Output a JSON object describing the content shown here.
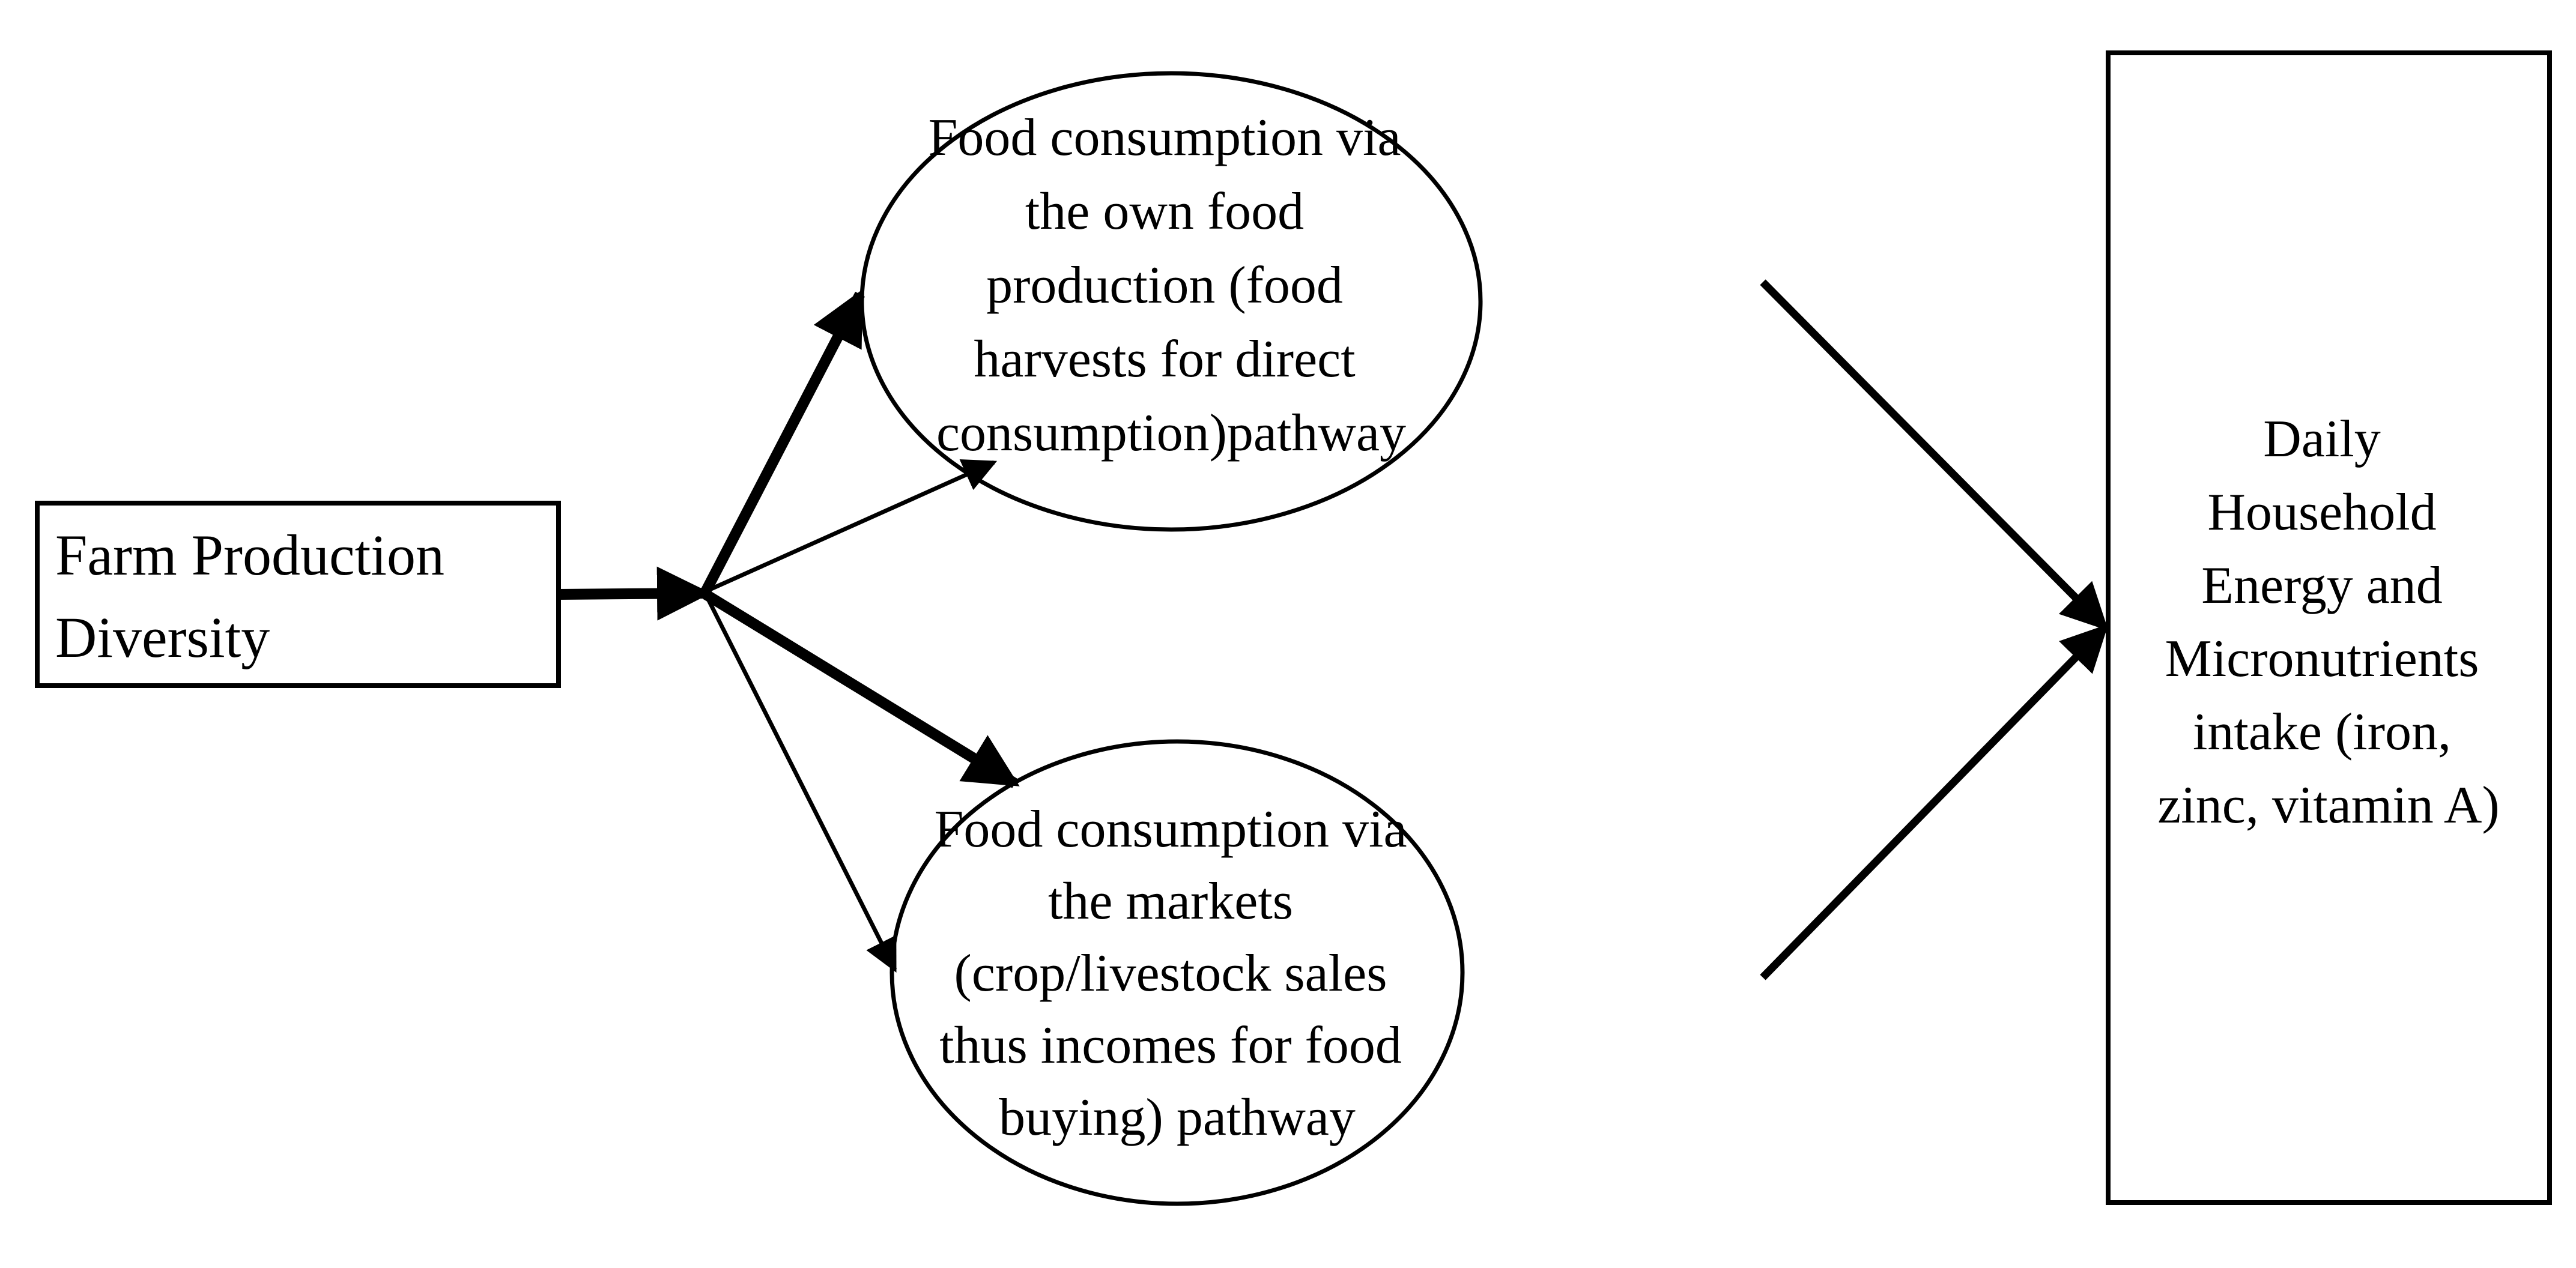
{
  "nodes": {
    "source": {
      "lines": [
        "Farm Production",
        "Diversity"
      ]
    },
    "own_production": {
      "lines": [
        "Food consumption via",
        "the own food",
        "production (food",
        "harvests for direct",
        "consumption)pathway"
      ]
    },
    "markets": {
      "lines": [
        "Food consumption via",
        "the markets",
        "(crop/livestock sales",
        "thus incomes for food",
        "buying) pathway"
      ]
    },
    "outcome": {
      "lines": [
        "Daily",
        "Household",
        "Energy and",
        "Micronutrients",
        "intake (iron,",
        "zinc, vitamin A)"
      ]
    }
  },
  "edges": [
    {
      "from": "source",
      "to": "junction",
      "weight": "thick"
    },
    {
      "from": "junction",
      "to": "own_production",
      "weight": "thick"
    },
    {
      "from": "junction",
      "to": "own_production",
      "weight": "thin"
    },
    {
      "from": "junction",
      "to": "markets",
      "weight": "thick"
    },
    {
      "from": "junction",
      "to": "markets",
      "weight": "thin"
    },
    {
      "from": "own_production",
      "to": "outcome",
      "weight": "medium"
    },
    {
      "from": "markets",
      "to": "outcome",
      "weight": "medium"
    }
  ],
  "colors": {
    "stroke": "#000000",
    "background": "#ffffff"
  }
}
